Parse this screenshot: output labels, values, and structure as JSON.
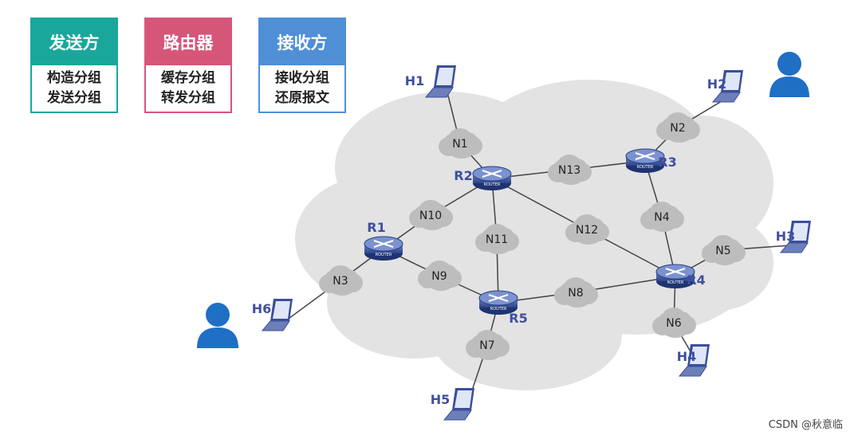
{
  "cards": [
    {
      "title": "发送方",
      "line1": "构造分组",
      "line2": "发送分组",
      "color": "#1aa79b"
    },
    {
      "title": "路由器",
      "line1": "缓存分组",
      "line2": "转发分组",
      "color": "#d6567a"
    },
    {
      "title": "接收方",
      "line1": "接收分组",
      "line2": "还原报文",
      "color": "#4f8fd6"
    }
  ],
  "diagram": {
    "networks": [
      "N1",
      "N2",
      "N3",
      "N4",
      "N5",
      "N6",
      "N7",
      "N8",
      "N9",
      "N10",
      "N11",
      "N12",
      "N13"
    ],
    "routers": [
      "R1",
      "R2",
      "R3",
      "R4",
      "R5"
    ],
    "hosts": [
      "H1",
      "H2",
      "H3",
      "H4",
      "H5",
      "H6"
    ],
    "router_badge": "ROUTER",
    "colors": {
      "cloud": "#dcdcdc",
      "network": "#bdbdbd",
      "router": "#2f4a8c",
      "host": "#3a4f9a",
      "person": "#1f6fc4",
      "link": "#444444"
    }
  },
  "watermark": "CSDN @秋意临"
}
